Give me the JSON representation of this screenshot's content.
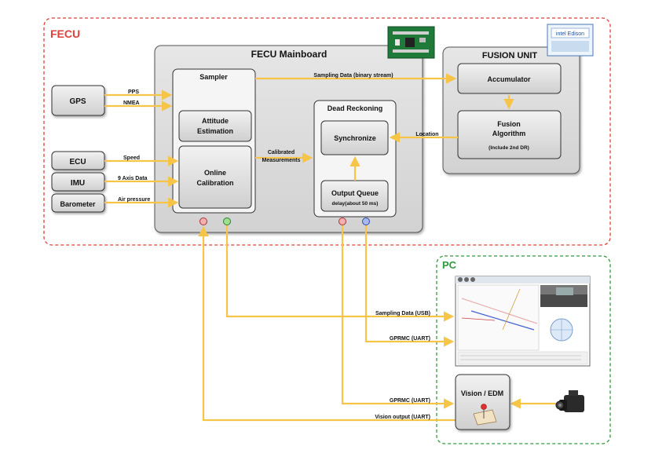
{
  "regions": {
    "fecu": "FECU",
    "pc": "PC"
  },
  "mainboard": {
    "title": "FECU Mainboard",
    "sampler": "Sampler",
    "attitude_line1": "Attitude",
    "attitude_line2": "Estimation",
    "online_line1": "Online",
    "online_line2": "Calibration",
    "dead_reckoning": "Dead Reckoning",
    "synchronize": "Synchronize",
    "output_queue": "Output Queue",
    "output_queue_sub": "delay(about 50 ms)",
    "calibrated_line1": "Calibrated",
    "calibrated_line2": "Measurements"
  },
  "fusion": {
    "title": "FUSION UNIT",
    "accumulator": "Accumulator",
    "algo_line1": "Fusion",
    "algo_line2": "Algorithm",
    "algo_sub": "(Include 2nd DR)",
    "logo_text": "intel Edison"
  },
  "inputs": {
    "gps": "GPS",
    "ecu": "ECU",
    "imu": "IMU",
    "barometer": "Barometer"
  },
  "signals": {
    "pps": "PPS",
    "nmea": "NMEA",
    "speed": "Speed",
    "axis9": "9 Axis Data",
    "air": "Air pressure",
    "sampling_binary": "Sampling Data (binary stream)",
    "location": "Location",
    "sampling_usb": "Sampling Data (USB)",
    "gprmc1": "GPRMC (UART)",
    "gprmc2": "GPRMC (UART)",
    "vision_output": "Vision output (UART)"
  },
  "vision": {
    "label": "Vision / EDM"
  },
  "colors": {
    "fecu_border": "#e0403a",
    "pc_border": "#2e9b3c",
    "arrow": "#f6c447",
    "box_fill": "#d9d9d9"
  }
}
